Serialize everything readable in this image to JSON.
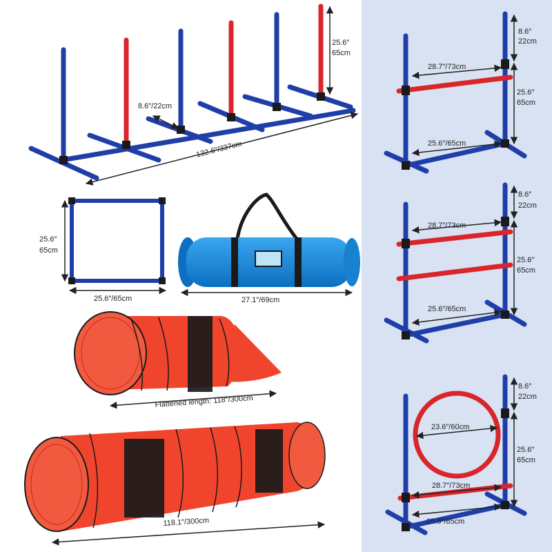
{
  "colors": {
    "pole_blue": "#1f3ea8",
    "pole_red": "#d8262b",
    "connector_black": "#1a1a1a",
    "tunnel_red": "#f0442c",
    "bag_blue": "#1a8ad8",
    "panel_bg": "#d8e2f2"
  },
  "weave_poles": {
    "height_label_1": "25.6″",
    "height_label_2": "65cm",
    "spacing_label": "8.6″/22cm",
    "length_label": "132.6″/337cm"
  },
  "square_hoop": {
    "height_label_1": "25.6″",
    "height_label_2": "65cm",
    "width_label": "25.6″/65cm"
  },
  "carry_bag": {
    "length_label": "27.1″/69cm"
  },
  "chute_tunnel": {
    "length_label": "Flattened length: 118″/300cm"
  },
  "tunnel": {
    "length_label": "118.1″/300cm"
  },
  "single_bar_jump": {
    "top_label_1": "8.6″",
    "top_label_2": "22cm",
    "bar_label": "28.7″/73cm",
    "height_label_1": "25.6″",
    "height_label_2": "65cm",
    "base_label": "25.6″/65cm"
  },
  "double_bar_jump": {
    "top_label_1": "8.6″",
    "top_label_2": "22cm",
    "bar_label": "28.7″/73cm",
    "height_label_1": "25.6″",
    "height_label_2": "65cm",
    "base_label": "25.6″/65cm"
  },
  "hoop_jump": {
    "top_label_1": "8.6″",
    "top_label_2": "22cm",
    "ring_label": "23.6″/60cm",
    "bar_label": "28.7″/73cm",
    "height_label_1": "25.6″",
    "height_label_2": "65cm",
    "base_label": "25.6″/65cm"
  }
}
